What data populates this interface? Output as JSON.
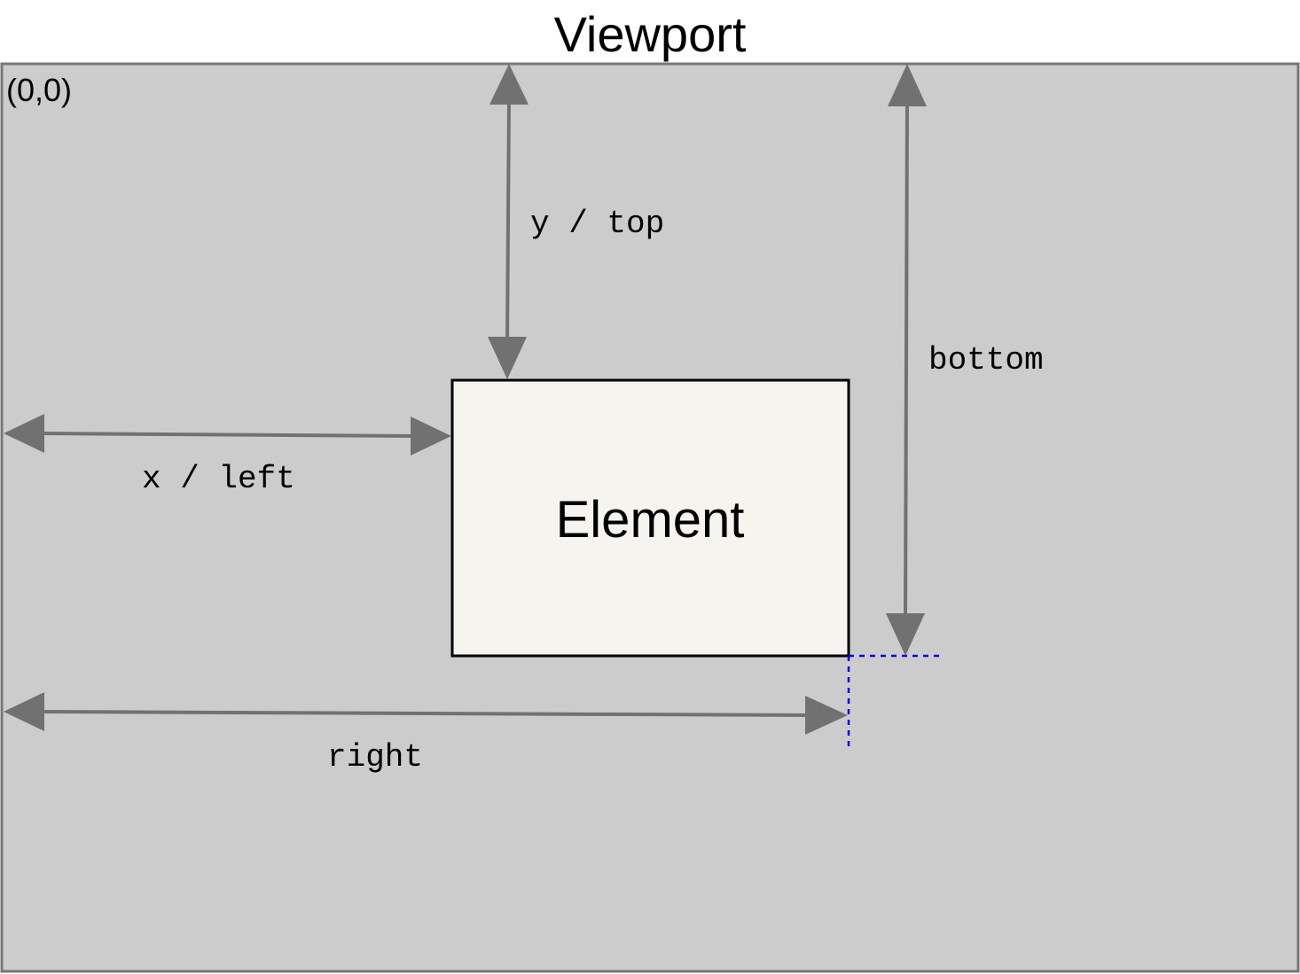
{
  "title": "Viewport",
  "origin_label": "(0,0)",
  "element_label": "Element",
  "labels": {
    "top": "y / top",
    "left": "x / left",
    "bottom": "bottom",
    "right": "right"
  },
  "colors": {
    "page_background": "#ffffff",
    "viewport_fill": "#cccccc",
    "viewport_border": "#777777",
    "element_fill": "#f6f4ef",
    "element_border": "#000000",
    "arrow": "#717171",
    "guide_line": "#0000ee",
    "text": "#000000"
  }
}
